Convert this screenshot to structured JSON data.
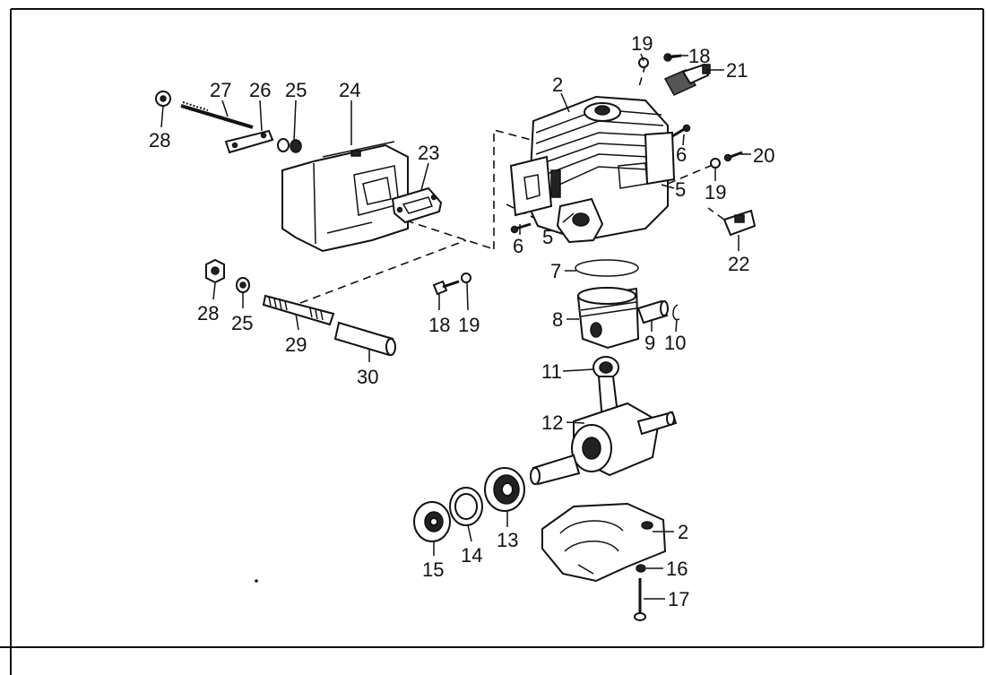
{
  "diagram": {
    "type": "exploded-parts-drawing",
    "callouts": [
      {
        "id": "c-19a",
        "text": "19"
      },
      {
        "id": "c-18a",
        "text": "18"
      },
      {
        "id": "c-21",
        "text": "21"
      },
      {
        "id": "c-2a",
        "text": "2"
      },
      {
        "id": "c-6a",
        "text": "6"
      },
      {
        "id": "c-20",
        "text": "20"
      },
      {
        "id": "c-19b",
        "text": "19"
      },
      {
        "id": "c-5a",
        "text": "5"
      },
      {
        "id": "c-5b",
        "text": "5"
      },
      {
        "id": "c-6b",
        "text": "6"
      },
      {
        "id": "c-22",
        "text": "22"
      },
      {
        "id": "c-27",
        "text": "27"
      },
      {
        "id": "c-26",
        "text": "26"
      },
      {
        "id": "c-25a",
        "text": "25"
      },
      {
        "id": "c-24",
        "text": "24"
      },
      {
        "id": "c-28a",
        "text": "28"
      },
      {
        "id": "c-23",
        "text": "23"
      },
      {
        "id": "c-28b",
        "text": "28"
      },
      {
        "id": "c-25b",
        "text": "25"
      },
      {
        "id": "c-29",
        "text": "29"
      },
      {
        "id": "c-30",
        "text": "30"
      },
      {
        "id": "c-18b",
        "text": "18"
      },
      {
        "id": "c-19c",
        "text": "19"
      },
      {
        "id": "c-7",
        "text": "7"
      },
      {
        "id": "c-8",
        "text": "8"
      },
      {
        "id": "c-9",
        "text": "9"
      },
      {
        "id": "c-10",
        "text": "10"
      },
      {
        "id": "c-11",
        "text": "11"
      },
      {
        "id": "c-12",
        "text": "12"
      },
      {
        "id": "c-13",
        "text": "13"
      },
      {
        "id": "c-14",
        "text": "14"
      },
      {
        "id": "c-15",
        "text": "15"
      },
      {
        "id": "c-2b",
        "text": "2"
      },
      {
        "id": "c-16",
        "text": "16"
      },
      {
        "id": "c-17",
        "text": "17"
      }
    ]
  }
}
